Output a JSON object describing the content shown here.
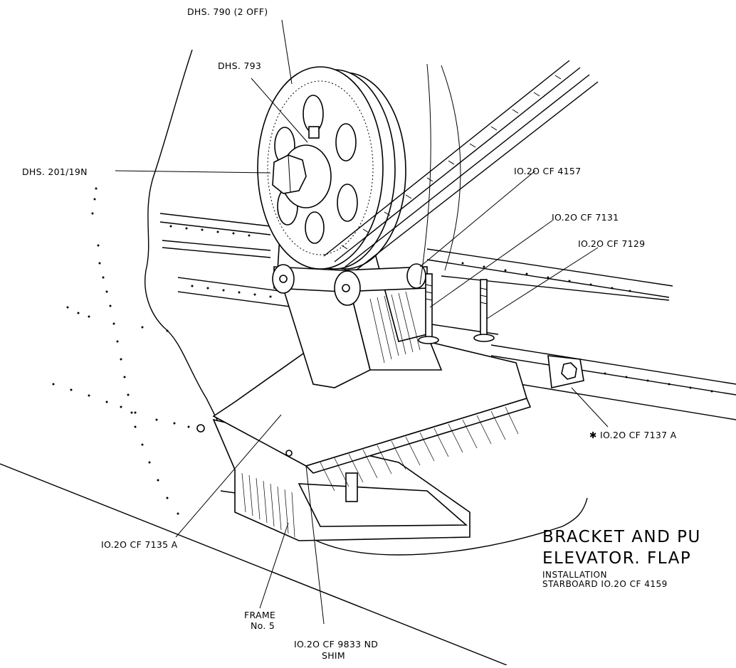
{
  "callouts": {
    "dhs_790": "DHS. 790 (2 OFF)",
    "dhs_793": "DHS. 793",
    "dhs_201": "DHS. 201/19N",
    "cf_4157": "IO.2O CF  4157",
    "cf_7131": "IO.2O CF  7131",
    "cf_7129": "IO.2O CF  7129",
    "cf_7137a": "✱ IO.2O CF  7137 A",
    "cf_7135a": "IO.2O CF  7135  A",
    "frame_line1": "FRAME",
    "frame_line2": "No. 5",
    "cf_9833_line1": "IO.2O CF  9833  ND",
    "cf_9833_line2": "SHIM"
  },
  "title": {
    "line1": "BRACKET  AND  PU",
    "line2": "ELEVATOR.  FLAP",
    "line3": "INSTALLATION",
    "line4": "STARBOARD   IO.2O CF  4159"
  }
}
